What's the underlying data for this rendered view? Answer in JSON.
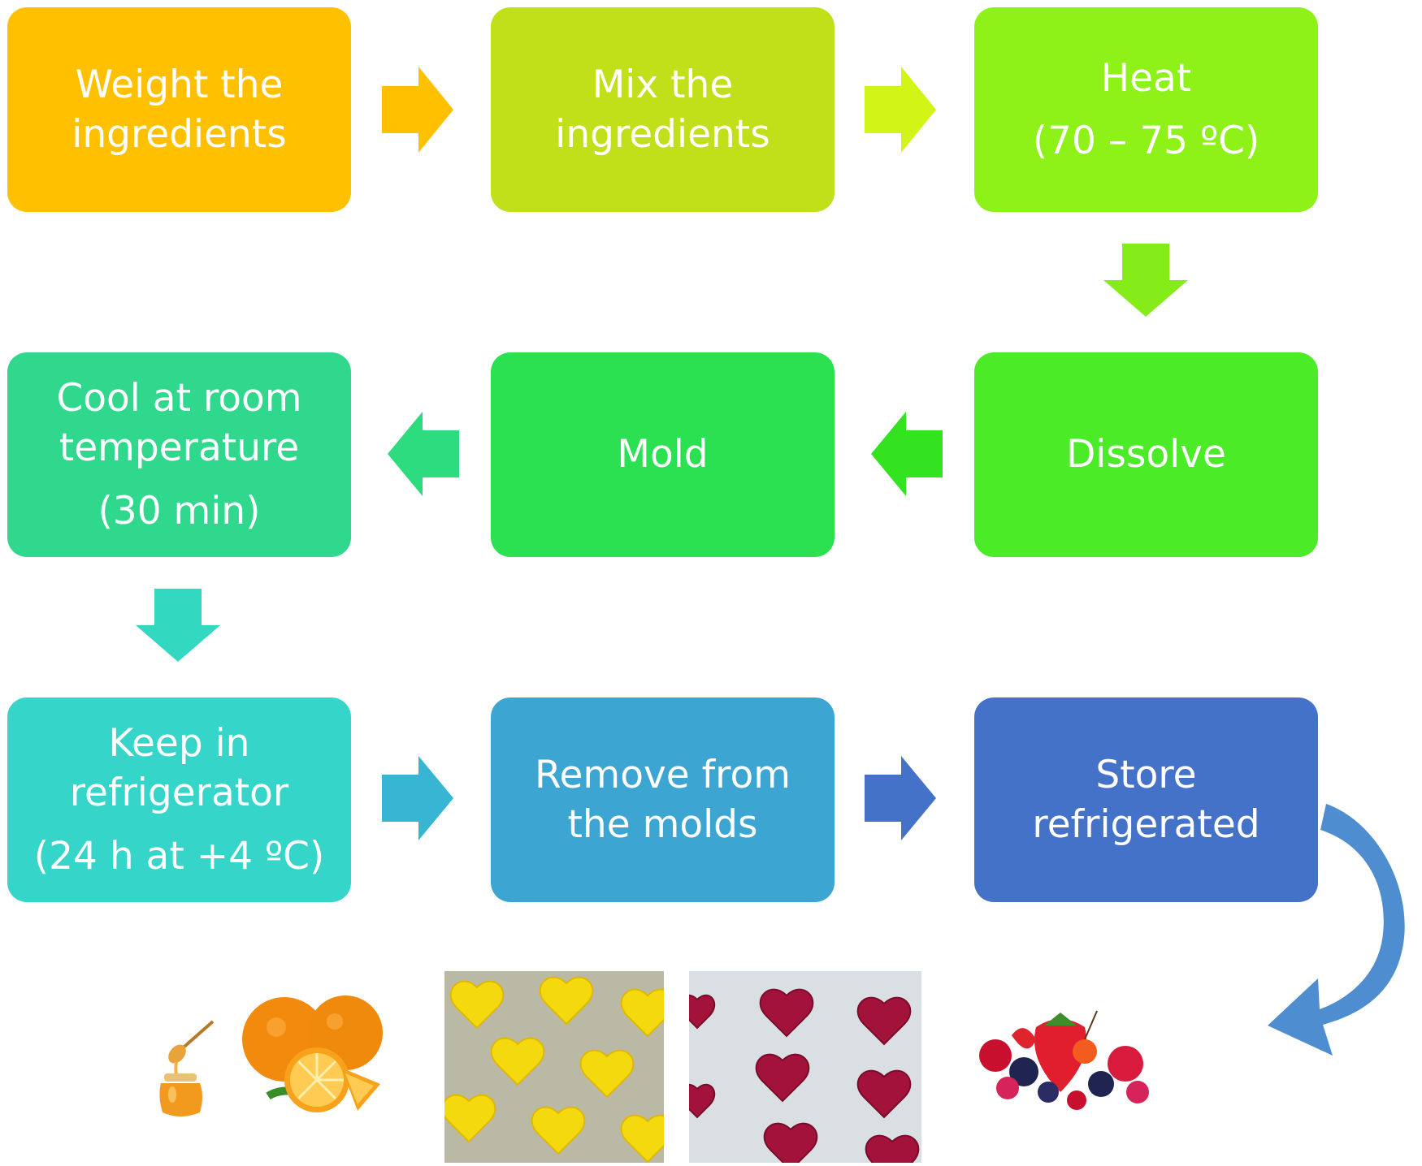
{
  "steps": [
    {
      "id": "weight",
      "lines": [
        "Weight the",
        "ingredients"
      ],
      "color": "#FFC000"
    },
    {
      "id": "mix",
      "lines": [
        "Mix the",
        "ingredients"
      ],
      "color": "#C2E01A"
    },
    {
      "id": "heat",
      "lines": [
        "Heat",
        "(70 – 75 ºC)"
      ],
      "color": "#8EF219"
    },
    {
      "id": "dissolve",
      "lines": [
        "Dissolve"
      ],
      "color": "#4CEB27"
    },
    {
      "id": "mold",
      "lines": [
        "Mold"
      ],
      "color": "#2BE152"
    },
    {
      "id": "cool",
      "lines": [
        "Cool at room",
        "temperature",
        "(30 min)"
      ],
      "color": "#2FD88C"
    },
    {
      "id": "keep",
      "lines": [
        "Keep in",
        "refrigerator",
        "(24 h at +4 ºC)"
      ],
      "color": "#35D6C9"
    },
    {
      "id": "remove",
      "lines": [
        "Remove from",
        "the molds"
      ],
      "color": "#3CA5D2"
    },
    {
      "id": "store",
      "lines": [
        "Store",
        "refrigerated"
      ],
      "color": "#4472C9"
    }
  ],
  "arrow_colors": {
    "weight_to_mix": "#FFC000",
    "mix_to_heat": "#D2F416",
    "heat_to_dissolve": "#85EB19",
    "dissolve_to_mold": "#33E320",
    "mold_to_cool": "#2DDC7E",
    "cool_to_keep": "#33D8C0",
    "keep_to_remove": "#37B5D3",
    "remove_to_store": "#4472C9",
    "store_to_products": "#4E8DCF"
  },
  "icons": [
    "honey-jar-icon",
    "orange-icon",
    "yellow-hearts-icon",
    "red-hearts-icon",
    "berries-icon"
  ]
}
